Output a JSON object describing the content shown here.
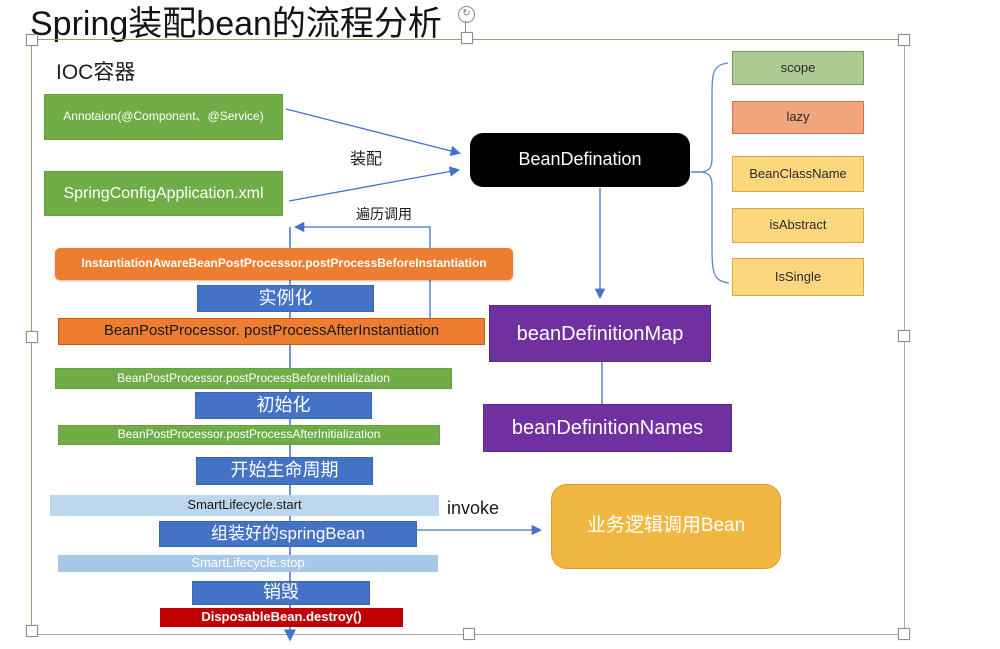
{
  "title": "Spring装配bean的流程分析",
  "canvas": {
    "label": "IOC容器"
  },
  "sources": {
    "annotation": "Annotaion(@Component、@Service)",
    "xml": "SpringConfigApplication.xml"
  },
  "bean_definition": {
    "label": "BeanDefination"
  },
  "attributes": [
    {
      "label": "scope"
    },
    {
      "label": "lazy"
    },
    {
      "label": "BeanClassName"
    },
    {
      "label": "isAbstract"
    },
    {
      "label": "IsSingle"
    }
  ],
  "registry": {
    "map": "beanDefinitionMap",
    "names": "beanDefinitionNames"
  },
  "edge_labels": {
    "assemble": "装配",
    "traverse": "遍历调用",
    "invoke": "invoke"
  },
  "lifecycle": [
    {
      "label": "InstantiationAwareBeanPostProcessor.postProcessBeforeInstantiation"
    },
    {
      "label": "实例化"
    },
    {
      "label": "BeanPostProcessor. postProcessAfterInstantiation"
    },
    {
      "label": "BeanPostProcessor.postProcessBeforeInitialization"
    },
    {
      "label": "初始化"
    },
    {
      "label": "BeanPostProcessor.postProcessAfterInitialization"
    },
    {
      "label": "开始生命周期"
    },
    {
      "label": "SmartLifecycle.start"
    },
    {
      "label": "组装好的springBean"
    },
    {
      "label": "SmartLifecycle.stop"
    },
    {
      "label": "销毁"
    },
    {
      "label": "DisposableBean.destroy()"
    }
  ],
  "business": {
    "label": "业务逻辑调用Bean"
  },
  "icons": {
    "rotate_handle": "↻"
  },
  "colors": {
    "green": "#70AD47",
    "blue": "#4472C4",
    "orange": "#ED7D31",
    "light_blue": "#BDD7EE",
    "dark_red": "#C00000",
    "purple": "#7030A0",
    "gold": "#F0B843",
    "attr_green": "#AECB93",
    "attr_salmon": "#F2A47D",
    "attr_gold": "#FCD77D",
    "connector_blue": "#4472C4",
    "frame_green": "#86A96F"
  }
}
